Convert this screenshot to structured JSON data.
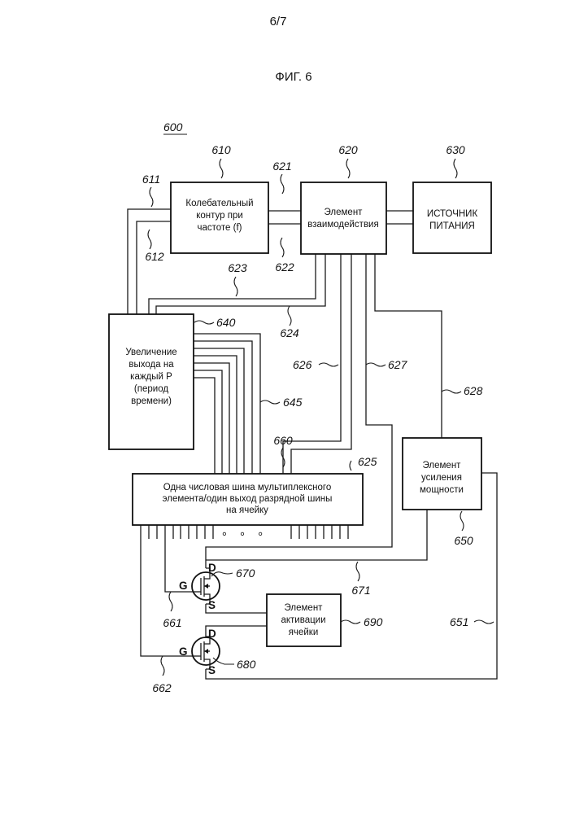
{
  "page": {
    "sheet": "6/7",
    "figure": "ФИГ. 6",
    "system_ref": "600"
  },
  "blocks": {
    "oscillator": {
      "ref": "610",
      "lines": [
        "Колебательный",
        "контур при",
        "частоте (f)"
      ]
    },
    "interaction": {
      "ref": "620",
      "lines": [
        "Элемент",
        "взаимодействия"
      ]
    },
    "power_source": {
      "ref": "630",
      "lines": [
        "ИСТОЧНИК",
        "ПИТАНИЯ"
      ]
    },
    "counter": {
      "ref": "640",
      "lines": [
        "Увеличение",
        "выхода на",
        "каждый P",
        "(период",
        "времени)"
      ]
    },
    "power_amp": {
      "ref": "650",
      "lines": [
        "Элемент",
        "усиления",
        "мощности"
      ]
    },
    "multiplexer": {
      "ref": "660",
      "lines": [
        "Одна числовая шина мультиплексного",
        "элемента/один выход разрядной шины",
        "на ячейку"
      ],
      "ellipsis": "° ° °"
    },
    "cell_activation": {
      "ref": "690",
      "lines": [
        "Элемент",
        "активации",
        "ячейки"
      ]
    }
  },
  "transistors": {
    "t1": {
      "ref": "670",
      "gate": "G",
      "drain": "D",
      "source": "S"
    },
    "t2": {
      "ref": "680",
      "gate": "G",
      "drain": "D",
      "source": "S"
    }
  },
  "connections": [
    "611",
    "612",
    "621",
    "622",
    "623",
    "624",
    "625",
    "626",
    "627",
    "628",
    "645",
    "651",
    "661",
    "662",
    "671"
  ]
}
